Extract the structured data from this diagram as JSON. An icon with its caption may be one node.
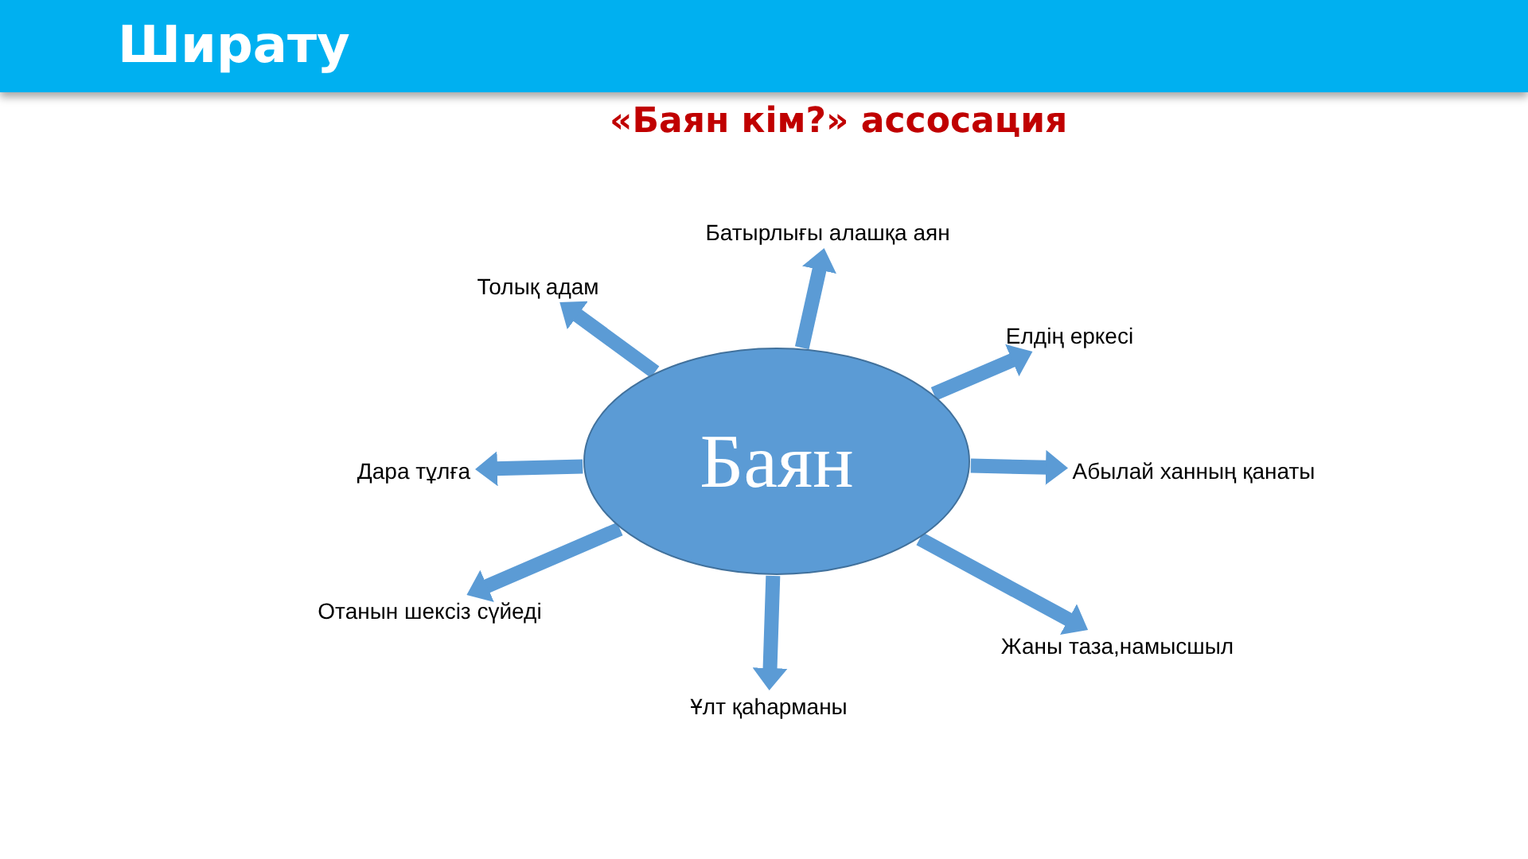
{
  "diagram": {
    "title": "Ширату",
    "nodes": [
      {
        "text": [
          "Баян"
        ]
      },
      {
        "text": [
          "Батырлығы алашқа аян"
        ]
      },
      {
        "text": [
          "Толық адам"
        ]
      },
      {
        "text": [
          "Елдің еркесі"
        ]
      },
      {
        "text": [
          "Дара тұлға"
        ]
      },
      {
        "text": [
          "Абылай ханның қанаты"
        ]
      },
      {
        "text": [
          "Отанын шексіз сүйеді"
        ]
      },
      {
        "text": [
          "Жаны таза,намысшыл"
        ]
      },
      {
        "text": [
          "Ұлт қаһарманы"
        ]
      }
    ],
    "edges": [
      {
        "from": 0,
        "to": 1,
        "arrow": "to"
      },
      {
        "from": 0,
        "to": 2,
        "arrow": "to"
      },
      {
        "from": 0,
        "to": 3,
        "arrow": "to"
      },
      {
        "from": 0,
        "to": 4,
        "arrow": "to"
      },
      {
        "from": 0,
        "to": 5,
        "arrow": "to"
      },
      {
        "from": 0,
        "to": 6,
        "arrow": "to"
      },
      {
        "from": 0,
        "to": 7,
        "arrow": "to"
      },
      {
        "from": 0,
        "to": 8,
        "arrow": "to"
      }
    ],
    "labels": [
      "«Баян кім?» ассосация"
    ]
  }
}
